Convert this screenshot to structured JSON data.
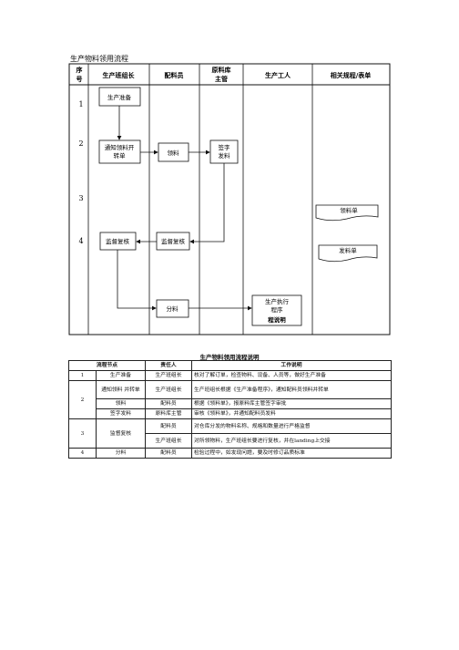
{
  "doc_title": "生产物料领用流程",
  "flow_header": {
    "seq": [
      "序",
      "号"
    ],
    "lane_team_leader": "生产班组长",
    "lane_material_clerk": "配料员",
    "lane_warehouse": [
      "原料库",
      "主管"
    ],
    "lane_worker": "生产工人",
    "lane_forms": "相关规程/表单"
  },
  "steps": [
    "1",
    "2",
    "3",
    "4"
  ],
  "boxes": {
    "prepare": "生产准备",
    "notify": [
      "通知领料开",
      "转单"
    ],
    "collect": "领料",
    "sign": [
      "签字",
      "发料"
    ],
    "supervise_leader": "监督复核",
    "supervise_clerk": "监督复核",
    "distribute": "分料",
    "execute": [
      "生产执行",
      "程序",
      "程说明"
    ]
  },
  "forms": {
    "requisition": "领料单",
    "issue": "发料单"
  },
  "notes": {
    "title": "生产物料领用流程说明",
    "headers": [
      "流程节点",
      "责任人",
      "工作说明"
    ],
    "rows": [
      {
        "step": "1",
        "node": "生产准备",
        "owner": "生产班组长",
        "desc": "核对了解订单，检查物料、设备、人员等，做好生产准备"
      },
      {
        "step": "2",
        "node": "通知领料 并转单",
        "owner": "生产班组长",
        "desc": "生产班组长根据《生产准备程序》，通知配料员领料并转单"
      },
      {
        "step": "",
        "node": "领料",
        "owner": "配料员",
        "desc": "根据《领料单》，报原料库主管签字审批"
      },
      {
        "step": "",
        "node": "签字发料",
        "owner": "原料库主管",
        "desc": "审核《领料单》，并通知配料员发料"
      },
      {
        "step": "3",
        "node": "监督复核",
        "owner": "配料员",
        "desc": "对仓库分发的物料名称、规格和数量进行严格监督"
      },
      {
        "step": "",
        "node": "",
        "owner": "生产班组长",
        "desc": "对所领物料，生产班组长要进行复核，并在landing上交接"
      },
      {
        "step": "4",
        "node": "分料",
        "owner": "配料员",
        "desc": "检验过程中，如发现问题，要及时修订品质标准"
      }
    ]
  }
}
